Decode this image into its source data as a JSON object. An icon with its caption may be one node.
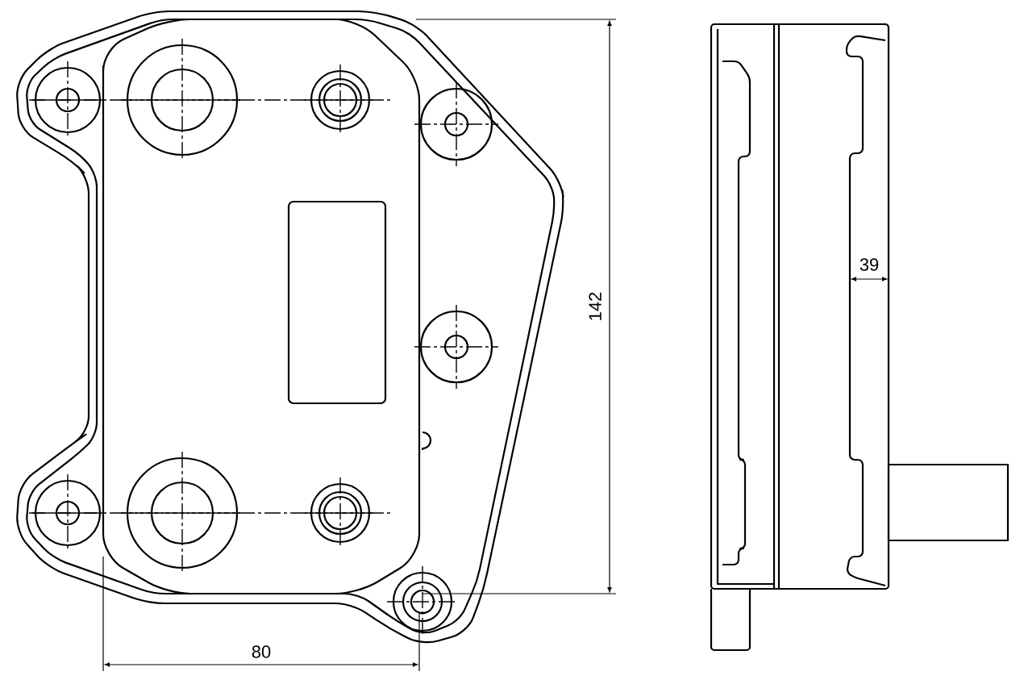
{
  "diagram": {
    "labels": [
      "142",
      "39",
      "80"
    ]
  }
}
